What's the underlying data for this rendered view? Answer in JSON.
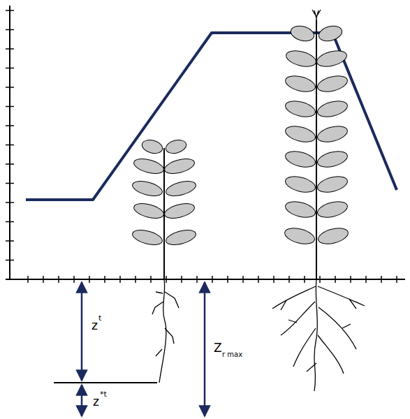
{
  "diagram": {
    "labels": [
      "z",
      "t",
      "z",
      "*t",
      "Z",
      "r max"
    ]
  }
}
